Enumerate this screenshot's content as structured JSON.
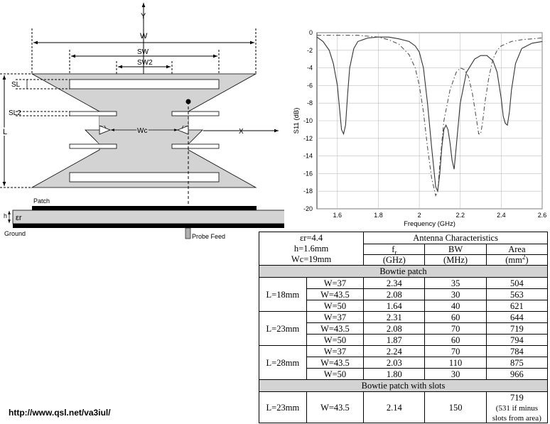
{
  "diagram": {
    "y_axis_label": "Y",
    "x_axis_label": "X",
    "width_label": "W",
    "slot_width_label": "SW",
    "slot_width2_label": "SW2",
    "slot_length_label": "SL",
    "slot_length2_label": "SL2",
    "length_label": "L",
    "center_width_label": "Wc",
    "patch_label": "Patch",
    "height_label": "h",
    "permittivity_label": "εr",
    "ground_label": "Ground",
    "probe_label": "Probe Feed"
  },
  "chart_data": {
    "type": "line",
    "title": "",
    "xlabel": "Frequency (GHz)",
    "ylabel": "S11 (dB)",
    "xlim": [
      1.5,
      2.6
    ],
    "ylim": [
      -20,
      0
    ],
    "xticks": [
      "1.6",
      "1.8",
      "2",
      "2.2",
      "2.4",
      "2.6"
    ],
    "yticks": [
      "0",
      "-2",
      "-4",
      "-6",
      "-8",
      "-10",
      "-12",
      "-14",
      "-16",
      "-18",
      "-20"
    ],
    "grid": true,
    "series": [
      {
        "style": "solid",
        "x": [
          1.5,
          1.53,
          1.56,
          1.58,
          1.6,
          1.61,
          1.62,
          1.63,
          1.64,
          1.65,
          1.66,
          1.68,
          1.7,
          1.75,
          1.8,
          1.85,
          1.9,
          1.95,
          1.98,
          2.0,
          2.02,
          2.04,
          2.06,
          2.08,
          2.09,
          2.1,
          2.11,
          2.12,
          2.13,
          2.14,
          2.15,
          2.16,
          2.17,
          2.18,
          2.2,
          2.23,
          2.27,
          2.3,
          2.33,
          2.36,
          2.38,
          2.4,
          2.41,
          2.42,
          2.43,
          2.44,
          2.45,
          2.47,
          2.5,
          2.55,
          2.6
        ],
        "y": [
          -0.5,
          -1.0,
          -2.0,
          -3.5,
          -6.0,
          -8.5,
          -11.0,
          -11.5,
          -10.5,
          -7.0,
          -4.0,
          -1.8,
          -1.0,
          -0.6,
          -0.5,
          -0.5,
          -0.7,
          -1.0,
          -1.5,
          -2.2,
          -4.0,
          -8.0,
          -13.0,
          -17.5,
          -18.0,
          -16.0,
          -13.0,
          -11.0,
          -10.5,
          -11.0,
          -12.5,
          -14.5,
          -15.5,
          -13.0,
          -8.0,
          -4.5,
          -3.0,
          -2.6,
          -2.6,
          -3.2,
          -4.5,
          -7.5,
          -9.5,
          -10.3,
          -10.5,
          -9.0,
          -6.5,
          -3.5,
          -1.8,
          -1.2,
          -1.0
        ]
      },
      {
        "style": "dashdot",
        "x": [
          1.5,
          1.6,
          1.7,
          1.75,
          1.8,
          1.85,
          1.9,
          1.95,
          1.98,
          2.0,
          2.02,
          2.04,
          2.06,
          2.08,
          2.09,
          2.1,
          2.12,
          2.15,
          2.18,
          2.2,
          2.22,
          2.24,
          2.26,
          2.28,
          2.29,
          2.3,
          2.31,
          2.32,
          2.34,
          2.36,
          2.38,
          2.4,
          2.45,
          2.5,
          2.55,
          2.6
        ],
        "y": [
          -0.3,
          -0.3,
          -0.3,
          -0.4,
          -0.5,
          -0.8,
          -1.3,
          -2.5,
          -4.0,
          -6.0,
          -9.0,
          -13.0,
          -16.5,
          -18.5,
          -18.0,
          -15.0,
          -10.0,
          -6.5,
          -4.5,
          -4.0,
          -4.2,
          -5.0,
          -7.0,
          -10.0,
          -11.5,
          -11.5,
          -10.0,
          -8.0,
          -5.0,
          -3.0,
          -2.0,
          -1.5,
          -1.0,
          -0.8,
          -0.7,
          -0.6
        ]
      }
    ]
  },
  "table": {
    "params": [
      "εr=4.4",
      "h=1.6mm",
      "Wc=19mm"
    ],
    "heading": "Antenna Characteristics",
    "columns": [
      {
        "name": "f",
        "sub": "r",
        "unit": "(GHz)"
      },
      {
        "name": "BW",
        "unit": "(MHz)"
      },
      {
        "name": "Area",
        "unit": "(mm",
        "sup": "2",
        "unit_end": ")"
      }
    ],
    "section1": "Bowtie patch",
    "groups": [
      {
        "L": "L=18mm",
        "rows": [
          {
            "W": "W=37",
            "fr": "2.34",
            "bw": "35",
            "area": "504"
          },
          {
            "W": "W=43.5",
            "fr": "2.08",
            "bw": "30",
            "area": "563"
          },
          {
            "W": "W=50",
            "fr": "1.64",
            "bw": "40",
            "area": "621"
          }
        ]
      },
      {
        "L": "L=23mm",
        "rows": [
          {
            "W": "W=37",
            "fr": "2.31",
            "bw": "60",
            "area": "644"
          },
          {
            "W": "W=43.5",
            "fr": "2.08",
            "bw": "70",
            "area": "719"
          },
          {
            "W": "W=50",
            "fr": "1.87",
            "bw": "60",
            "area": "794"
          }
        ]
      },
      {
        "L": "L=28mm",
        "rows": [
          {
            "W": "W=37",
            "fr": "2.24",
            "bw": "70",
            "area": "784"
          },
          {
            "W": "W=43.5",
            "fr": "2.03",
            "bw": "110",
            "area": "875"
          },
          {
            "W": "W=50",
            "fr": "1.80",
            "bw": "30",
            "area": "966"
          }
        ]
      }
    ],
    "section2": "Bowtie patch with slots",
    "slot_row": {
      "L": "L=23mm",
      "W": "W=43.5",
      "fr": "2.14",
      "bw": "150",
      "area": "719",
      "area_note1": "(531 if minus",
      "area_note2": "slots from area)"
    }
  },
  "footer": {
    "url": "http://www.qsl.net/va3iul/"
  }
}
